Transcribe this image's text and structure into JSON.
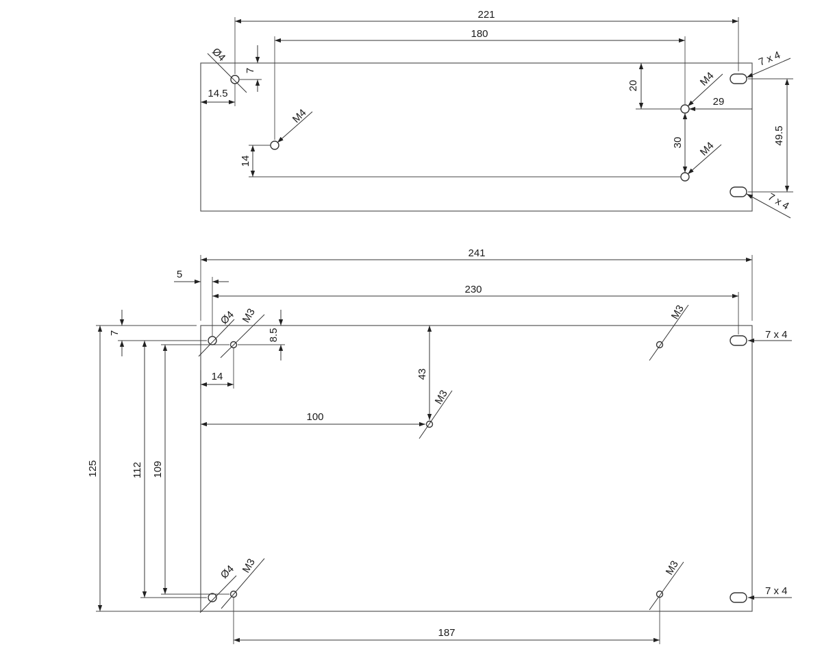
{
  "top_plate": {
    "dims": {
      "overall_width": "221",
      "m4_spacing": "180",
      "hole_dia": "Ø4",
      "hole_top_offset": "7",
      "hole_left_offset": "14.5",
      "m4_right_offset": "20",
      "m4_right_edge": "29",
      "m4_vertical_spacing": "30",
      "m4_left_offset": "14",
      "slot_spacing": "49.5"
    },
    "callouts": {
      "m4_top_right": "M4",
      "m4_left": "M4",
      "m4_bottom_right": "M4",
      "slot_top": "7 x 4",
      "slot_bottom": "7 x 4"
    }
  },
  "bottom_plate": {
    "dims": {
      "overall_width": "241",
      "hole_span": "230",
      "edge_offset": "5",
      "top_offset": "7",
      "hole_dia_top": "Ø4",
      "m3_top_label": "M3",
      "m3_top_offset": "8.5",
      "m3_left_offset": "14",
      "center_hole_depth": "43",
      "center_hole_x": "100",
      "overall_height": "125",
      "hole_height_a": "112",
      "hole_height_b": "109",
      "hole_dia_bottom": "Ø4",
      "m3_bottom_label": "M3",
      "m3_bottom_span": "187"
    },
    "callouts": {
      "m3_top_right": "M3",
      "m3_center": "M3",
      "m3_bottom_right": "M3",
      "slot_top": "7 x 4",
      "slot_bottom": "7 x 4"
    }
  }
}
